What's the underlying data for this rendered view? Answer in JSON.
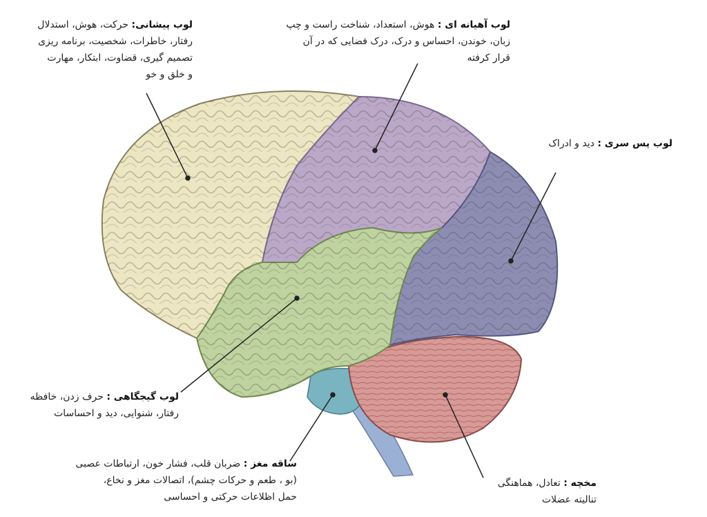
{
  "colors": {
    "frontal": "#ece6c2",
    "parietal": "#bba8c8",
    "occipital": "#8d8db4",
    "temporal": "#bed3a0",
    "cerebellum": "#d89a96",
    "brainstem": "#7ab4c0",
    "spinal": "#9ab0d4",
    "leader": "#222222"
  },
  "labels": {
    "frontal": {
      "title": "لوب پیشانی:",
      "line1": "حرکت، هوش، استدلال",
      "line2": "رفتار، خاطرات، شخصیت، برنامه ریزی",
      "line3": "تصمیم گیری، قضاوت، ابتکار، مهارت",
      "line4": "و خلق و خو"
    },
    "parietal": {
      "title": "لوب آهیانه ای :",
      "line1": "هوش، استعداد، شناخت راست و چپ",
      "line2": "زبان، خوندن، احساس و درک، درک فضایی که در آن",
      "line3": "قرار کرفته"
    },
    "occipital": {
      "title": "لوب پس سری :",
      "line1": "دید و ادراک"
    },
    "temporal": {
      "title": "لوب گیجگاهی :",
      "line1": "حرف زدن، خافظه",
      "line2": "رفتار، شنوایی، دید و احساسات"
    },
    "brainstem": {
      "title": "ساقه مغز :",
      "line1": "ضربان قلب، فشار خون، ارتباطات عصبی",
      "line2": "(بو ، طعم و حرکات چشم)، اتصالات مغز و نخاع،",
      "line3": "حمل اظلاعات حرکتی و احساسی"
    },
    "cerebellum": {
      "title": "مخچه :",
      "line1": "تعادل، هماهنگی",
      "line2": "تنالیته عضلات"
    }
  }
}
